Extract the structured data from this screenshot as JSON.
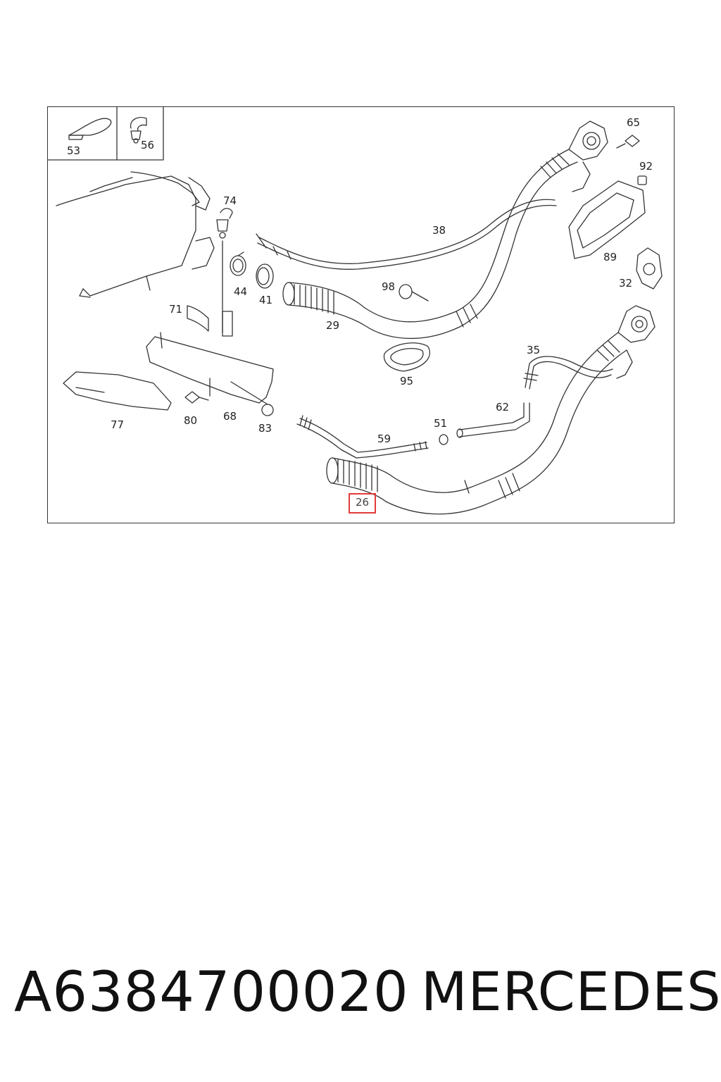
{
  "footer": {
    "part_number": "A6384700020",
    "brand": "MERCEDES"
  },
  "callouts": {
    "c53": "53",
    "c56": "56",
    "c65": "65",
    "c92": "92",
    "c74": "74",
    "c38": "38",
    "c89": "89",
    "c44": "44",
    "c41": "41",
    "c98": "98",
    "c32": "32",
    "c71": "71",
    "c29": "29",
    "c35": "35",
    "c95": "95",
    "c62": "62",
    "c77": "77",
    "c80": "80",
    "c68": "68",
    "c83": "83",
    "c51": "51",
    "c59": "59",
    "c26": "26"
  },
  "highlight_color": "#e23b3b"
}
